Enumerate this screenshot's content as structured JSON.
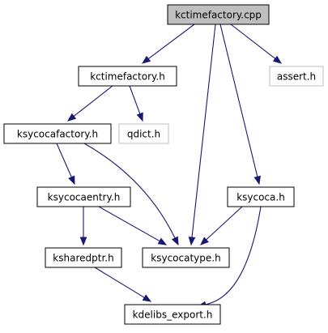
{
  "colors": {
    "edge": "#191970",
    "root_fill": "#bfbfbf",
    "node_fill": "#ffffff",
    "node_border": "#000000",
    "external_border": "#bfbfbf",
    "text": "#000000"
  },
  "graph": {
    "nodes": [
      {
        "id": "kctimefactory_cpp",
        "label": "kctimefactory.cpp",
        "kind": "root"
      },
      {
        "id": "kctimefactory_h",
        "label": "kctimefactory.h",
        "kind": "documented"
      },
      {
        "id": "assert_h",
        "label": "assert.h",
        "kind": "external"
      },
      {
        "id": "ksycocafactory_h",
        "label": "ksycocafactory.h",
        "kind": "documented"
      },
      {
        "id": "qdict_h",
        "label": "qdict.h",
        "kind": "external"
      },
      {
        "id": "ksycocaentry_h",
        "label": "ksycocaentry.h",
        "kind": "documented"
      },
      {
        "id": "ksycoca_h",
        "label": "ksycoca.h",
        "kind": "documented"
      },
      {
        "id": "ksharedptr_h",
        "label": "ksharedptr.h",
        "kind": "documented"
      },
      {
        "id": "ksycocatype_h",
        "label": "ksycocatype.h",
        "kind": "documented"
      },
      {
        "id": "kdelibs_export_h",
        "label": "kdelibs_export.h",
        "kind": "documented"
      }
    ],
    "edges": [
      {
        "from": "kctimefactory_cpp",
        "to": "kctimefactory_h"
      },
      {
        "from": "kctimefactory_cpp",
        "to": "assert_h"
      },
      {
        "from": "kctimefactory_cpp",
        "to": "ksycocatype_h"
      },
      {
        "from": "kctimefactory_cpp",
        "to": "ksycoca_h"
      },
      {
        "from": "kctimefactory_h",
        "to": "ksycocafactory_h"
      },
      {
        "from": "kctimefactory_h",
        "to": "qdict_h"
      },
      {
        "from": "ksycocafactory_h",
        "to": "ksycocaentry_h"
      },
      {
        "from": "ksycocafactory_h",
        "to": "ksycocatype_h"
      },
      {
        "from": "ksycocaentry_h",
        "to": "ksharedptr_h"
      },
      {
        "from": "ksycocaentry_h",
        "to": "ksycocatype_h"
      },
      {
        "from": "ksycoca_h",
        "to": "ksycocatype_h"
      },
      {
        "from": "ksycoca_h",
        "to": "kdelibs_export_h"
      },
      {
        "from": "ksharedptr_h",
        "to": "kdelibs_export_h"
      }
    ]
  }
}
